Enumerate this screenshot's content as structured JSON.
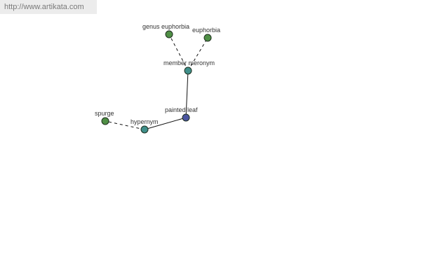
{
  "banner": {
    "url_text": "http://www.artikata.com"
  },
  "colors": {
    "focus_node": "#4a55a0",
    "relation_node": "#3f8f8a",
    "term_node": "#4f8f45",
    "banner_bg": "#ececec",
    "banner_text": "#7a7a7a"
  },
  "graph": {
    "nodes": [
      {
        "id": "painted-leaf",
        "label": "painted leaf",
        "kind": "focus"
      },
      {
        "id": "member-meronym",
        "label": "member meronym",
        "kind": "relation"
      },
      {
        "id": "hypernym",
        "label": "hypernym",
        "kind": "relation"
      },
      {
        "id": "genus-euphorbia",
        "label": "genus euphorbia",
        "kind": "term"
      },
      {
        "id": "euphorbia",
        "label": "euphorbia",
        "kind": "term"
      },
      {
        "id": "spurge",
        "label": "spurge",
        "kind": "term"
      }
    ],
    "edges": [
      {
        "from": "painted-leaf",
        "to": "member-meronym",
        "style": "solid"
      },
      {
        "from": "painted-leaf",
        "to": "hypernym",
        "style": "solid"
      },
      {
        "from": "member-meronym",
        "to": "genus-euphorbia",
        "style": "dashed"
      },
      {
        "from": "member-meronym",
        "to": "euphorbia",
        "style": "dashed"
      },
      {
        "from": "hypernym",
        "to": "spurge",
        "style": "dashed"
      }
    ]
  }
}
